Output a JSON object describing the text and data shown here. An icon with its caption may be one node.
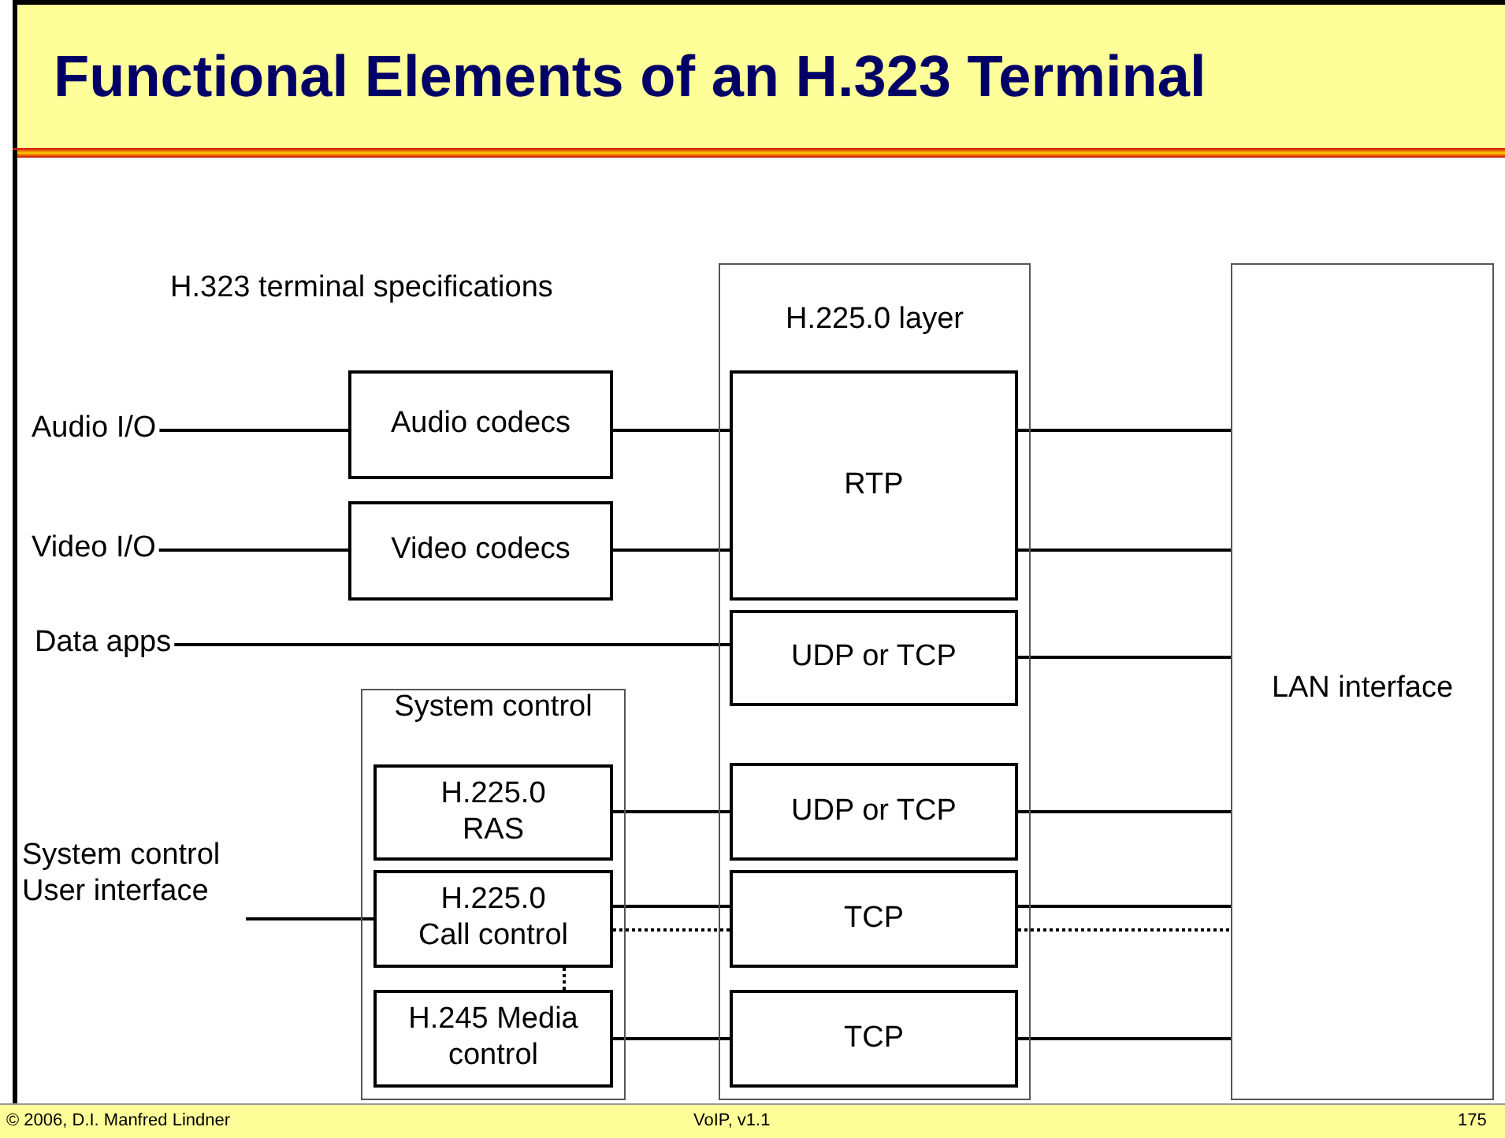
{
  "diagram": {
    "title": "Functional Elements of an H.323 Terminal",
    "nodes": [
      {
        "text": [
          "Audio I/O"
        ]
      },
      {
        "text": [
          "Video I/O"
        ]
      },
      {
        "text": [
          "Data apps"
        ]
      },
      {
        "text": [
          "System control User interface"
        ]
      },
      {
        "text": [
          "Audio codecs"
        ]
      },
      {
        "text": [
          "Video codecs"
        ]
      },
      {
        "text": [
          "H.225.0 layer"
        ]
      },
      {
        "text": [
          "RTP"
        ],
        "in": 6
      },
      {
        "text": [
          "UDP or TCP"
        ],
        "in": 6
      },
      {
        "text": [
          "UDP or TCP"
        ],
        "in": 6
      },
      {
        "text": [
          "TCP"
        ],
        "in": 6
      },
      {
        "text": [
          "TCP"
        ],
        "in": 6
      },
      {
        "text": [
          "System control"
        ]
      },
      {
        "text": [
          "H.225.0 RAS"
        ],
        "in": 12
      },
      {
        "text": [
          "H.225.0 Call control"
        ],
        "in": 12
      },
      {
        "text": [
          "H.245 Media control"
        ],
        "in": 12
      },
      {
        "text": [
          "LAN interface"
        ]
      }
    ],
    "edges": [
      {
        "from": 0,
        "to": 4,
        "arrow": "none"
      },
      {
        "from": 1,
        "to": 5,
        "arrow": "none"
      },
      {
        "from": 4,
        "to": 7,
        "arrow": "none"
      },
      {
        "from": 5,
        "to": 7,
        "arrow": "none"
      },
      {
        "from": 2,
        "to": 8,
        "arrow": "none"
      },
      {
        "from": 3,
        "to": 14,
        "arrow": "none"
      },
      {
        "from": 13,
        "to": 9,
        "arrow": "none"
      },
      {
        "from": 14,
        "to": 10,
        "arrow": "none"
      },
      {
        "from": 14,
        "to": 10,
        "arrow": "none",
        "style": "dashed"
      },
      {
        "from": 14,
        "to": 15,
        "arrow": "none",
        "style": "dashed"
      },
      {
        "from": 15,
        "to": 11,
        "arrow": "none"
      },
      {
        "from": 7,
        "to": 16,
        "arrow": "none"
      },
      {
        "from": 7,
        "to": 16,
        "arrow": "none"
      },
      {
        "from": 8,
        "to": 16,
        "arrow": "none"
      },
      {
        "from": 9,
        "to": 16,
        "arrow": "none"
      },
      {
        "from": 10,
        "to": 16,
        "arrow": "none"
      },
      {
        "from": 10,
        "to": 16,
        "arrow": "none",
        "style": "dashed"
      },
      {
        "from": 11,
        "to": 16,
        "arrow": "none"
      }
    ],
    "labels": [
      "H.323 terminal specifications",
      "© 2006, D.I. Manfred Lindner",
      "VoIP, v1.1",
      "175"
    ]
  }
}
